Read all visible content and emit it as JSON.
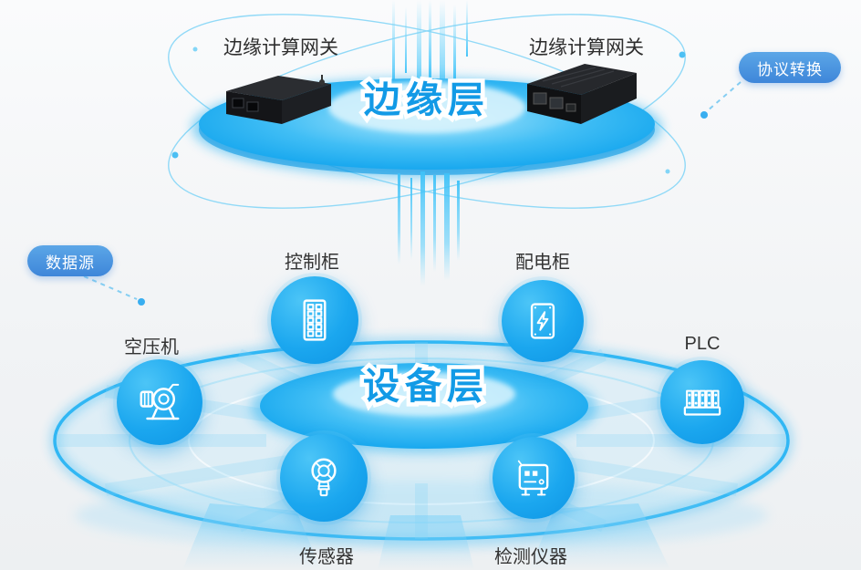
{
  "edge_layer": {
    "title": "边缘层",
    "gateway_left_label": "边缘计算网关",
    "gateway_right_label": "边缘计算网关"
  },
  "badges": {
    "protocol": "协议转换",
    "data_source": "数据源"
  },
  "device_layer": {
    "title": "设备层",
    "devices": [
      {
        "label": "控制柜",
        "icon": "control-cabinet-icon"
      },
      {
        "label": "配电柜",
        "icon": "power-cabinet-icon"
      },
      {
        "label": "空压机",
        "icon": "air-compressor-icon"
      },
      {
        "label": "PLC",
        "icon": "plc-icon"
      },
      {
        "label": "传感器",
        "icon": "sensor-icon"
      },
      {
        "label": "检测仪器",
        "icon": "instrument-icon"
      }
    ]
  },
  "colors": {
    "accent_cyan": "#1fa9f0",
    "badge_blue": "#4a90d9",
    "platform_glow": "#7fd9fa",
    "text_dark": "#333333"
  }
}
